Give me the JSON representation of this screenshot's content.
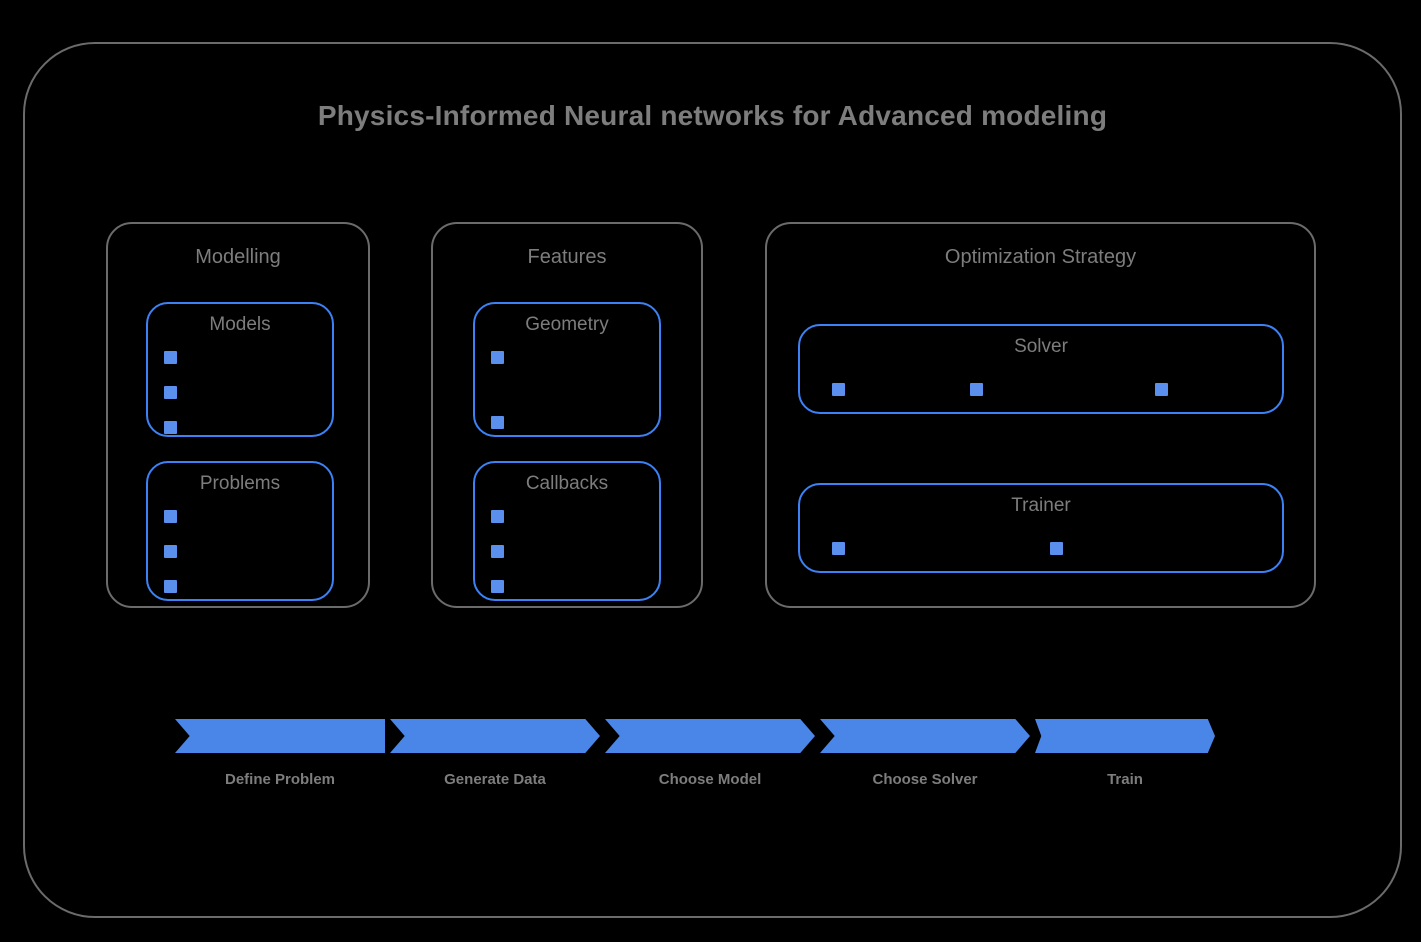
{
  "diagram": {
    "title": "Physics-Informed Neural networks for Advanced modeling",
    "background_color": "#000000",
    "frame_color": "#6b6b6b",
    "text_color": "#7d7d7d",
    "accent_color": "#4a86e8",
    "blue_border_color": "#3d82f5"
  },
  "groups": [
    {
      "id": "modelling",
      "label": "Modelling",
      "boxes": [
        {
          "id": "models",
          "label": "Models",
          "bullet_count": 3,
          "bullet_layout": "vertical"
        },
        {
          "id": "problems",
          "label": "Problems",
          "bullet_count": 3,
          "bullet_layout": "vertical"
        }
      ]
    },
    {
      "id": "features",
      "label": "Features",
      "boxes": [
        {
          "id": "geometry",
          "label": "Geometry",
          "bullet_count": 2,
          "bullet_layout": "vertical"
        },
        {
          "id": "callbacks",
          "label": "Callbacks",
          "bullet_count": 3,
          "bullet_layout": "vertical"
        }
      ]
    },
    {
      "id": "optimization",
      "label": "Optimization Strategy",
      "boxes": [
        {
          "id": "solver",
          "label": "Solver",
          "bullet_count": 3,
          "bullet_layout": "horizontal"
        },
        {
          "id": "trainer",
          "label": "Trainer",
          "bullet_count": 2,
          "bullet_layout": "horizontal"
        }
      ]
    }
  ],
  "pipeline": {
    "steps": [
      {
        "label": "Define Problem"
      },
      {
        "label": "Generate Data"
      },
      {
        "label": "Choose Model"
      },
      {
        "label": "Choose Solver"
      },
      {
        "label": "Train"
      }
    ]
  }
}
